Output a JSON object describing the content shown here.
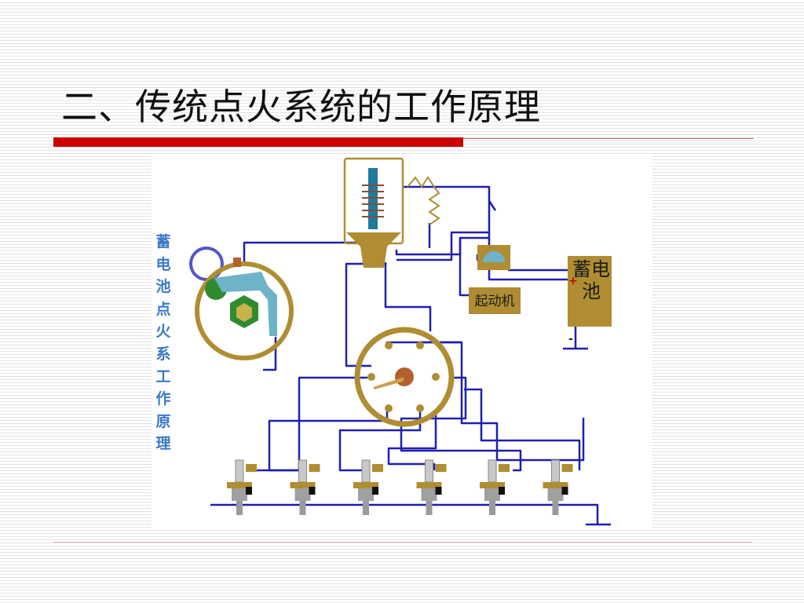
{
  "slide": {
    "title": "二、传统点火系统的工作原理"
  },
  "diagram": {
    "vertical_label": "蓄电池点火系工作原理",
    "starter_label": "起动机",
    "battery_label": "蓄电池",
    "battery_plus": "+",
    "battery_minus": "-",
    "spark_plug_count": 6
  },
  "colors": {
    "wire": "#1f1fb0",
    "component": "#b08d32",
    "title_rule": "#cc0000",
    "label_blue": "#3b78c8",
    "breaker_cam": "#2e8b2e",
    "contact_arm": "#6fb3c9",
    "rotor": "#b5602a"
  }
}
